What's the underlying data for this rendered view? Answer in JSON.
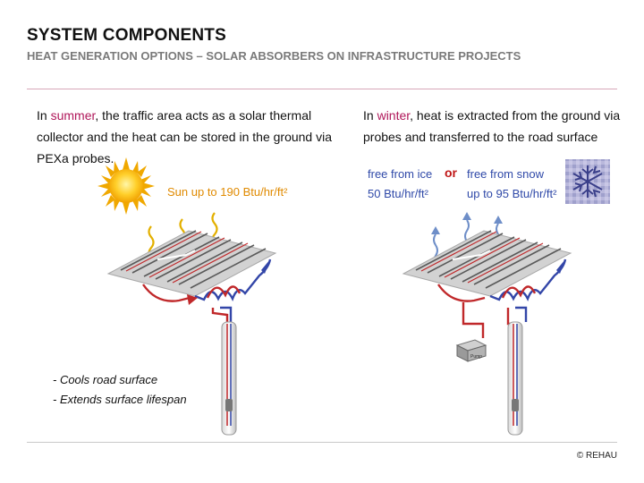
{
  "header": {
    "title": "SYSTEM COMPONENTS",
    "subtitle": "HEAT GENERATION OPTIONS – SOLAR ABSORBERS ON INFRASTRUCTURE PROJECTS"
  },
  "left": {
    "text_pre": "In ",
    "highlight": "summer",
    "text_post": ", the traffic area acts as a solar thermal collector and the heat can be stored in the ground via PEXa probes.",
    "sun_label": "Sun up to  190 Btu/hr/ft²",
    "bullets": [
      "- Cools road surface",
      "- Extends surface lifespan"
    ]
  },
  "right": {
    "text_pre": "In ",
    "highlight": "winter",
    "text_post": ", heat is extracted from the ground via probes and transferred to the road surface",
    "ice_label": "free from ice",
    "ice_value": "50 Btu/hr/ft²",
    "or_label": "or",
    "snow_label": "free from snow",
    "snow_value": "up to 95 Btu/hr/ft²",
    "pump_label": "Pump"
  },
  "footer": {
    "copyright": "© REHAU"
  },
  "colors": {
    "highlight": "#b0175a",
    "sun_text": "#e08a00",
    "blue_text": "#2f49a8",
    "warm_pipe": "#c0282a",
    "cold_pipe": "#3346a8"
  },
  "icons": [
    "sun-icon",
    "snowflake-icon",
    "heat-wave-icon",
    "pump-icon"
  ]
}
